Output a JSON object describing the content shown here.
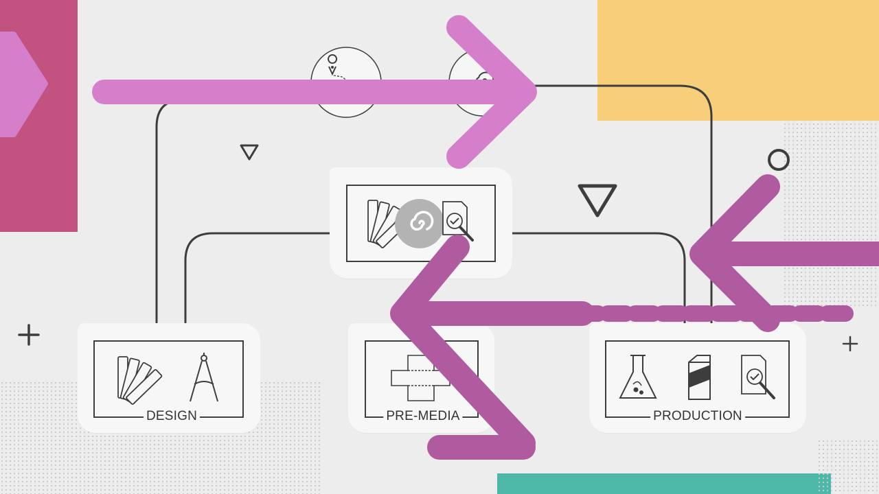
{
  "stages": {
    "design": {
      "label": "DESIGN"
    },
    "premedia": {
      "label": "PRE-MEDIA"
    },
    "production": {
      "label": "PRODUCTION"
    }
  },
  "colors": {
    "background": "#ededed",
    "card": "#f7f7f7",
    "line": "#3d3d3d",
    "magenta": "#c2527f",
    "pink_light": "#d57fcb",
    "purple": "#b05aa0",
    "yellow": "#f7cf7a",
    "teal": "#4db8a8"
  },
  "icons": {
    "top_left_circle": "location-pin-icon",
    "top_right_circle": "spiral-icon",
    "center_card": [
      "color-swatch-icon",
      "spiral-logo-icon",
      "document-inspect-icon"
    ],
    "design_card": [
      "color-swatch-icon",
      "drafting-compass-icon"
    ],
    "premedia_card": [
      "box-dieline-icon"
    ],
    "production_card": [
      "lab-flask-icon",
      "milk-carton-icon",
      "document-inspect-icon"
    ]
  }
}
